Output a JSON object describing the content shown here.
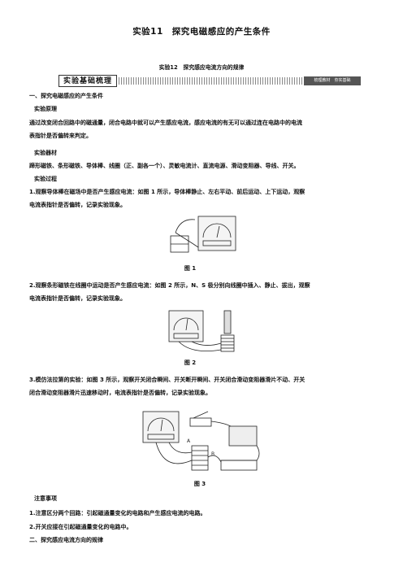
{
  "doc": {
    "title": "实验11　探究电磁感应的产生条件",
    "subtitle": "实验12　探究感应电流方向的规律",
    "banner_label": "实验基础梳理",
    "banner_tag": "梳理教材　夯实基础"
  },
  "sec1": {
    "heading": "一、探究电磁感应的产生条件",
    "principle_title": "实验原理",
    "principle_text_1": "通过改变闭合回路中的磁通量，闭合电路中就可以产生感应电流，感应电流的有无可以通过连在电路中的电流",
    "principle_text_2": "表指针是否偏转来判定。",
    "equipment_title": "实验器材",
    "equipment_text": "蹄形磁铁、条形磁铁、导体棒、线圈（正、副各一个）、灵敏电流计、直流电源、滑动变阻器、导线、开关。",
    "process_title": "实验过程",
    "step1_a": "1.观察导体棒在磁场中是否产生感应电流：如图 1 所示，导体棒静止、左右平动、前后运动、上下运动，观察",
    "step1_b": "电流表指针是否偏转，记录实验现象。",
    "fig1": "图 1",
    "step2_a": "2.观察条形磁铁在线圈中运动是否产生感应电流：如图 2 所示，N、S 极分别向线圈中插入、静止、拔出，观察",
    "step2_b": "电流表指针是否偏转，记录实验现象。",
    "fig2": "图 2",
    "step3_a": "3.模仿法拉第的实验：如图 3 所示，观察开关闭合瞬间、开关断开瞬间、开关闭合滑动变阻器滑片不动、开关",
    "step3_b": "闭合滑动变阻器滑片迅速移动时，电流表指针是否偏转，记录实验现象。",
    "fig3": "图 3",
    "fig3_label_a": "A",
    "fig3_label_b": "B",
    "notes_title": "注意事项",
    "note1": "1.注意区分两个回路：引起磁通量变化的电路和产生感应电流的电路。",
    "note2": "2.开关应接在引起磁通量变化的电路中。"
  },
  "sec2": {
    "heading": "二、探究感应电流方向的规律"
  }
}
